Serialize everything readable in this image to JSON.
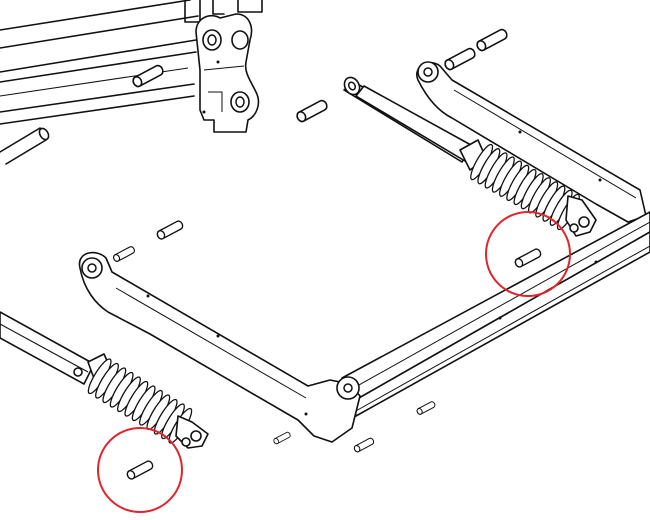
{
  "figure": {
    "subject": "exploded-assembly-line-drawing",
    "highlight_color": "#e0242c",
    "line_color": "#111111",
    "background": "#ffffff"
  },
  "callouts": [
    {
      "id": "pin-right"
    },
    {
      "id": "pin-left"
    }
  ]
}
